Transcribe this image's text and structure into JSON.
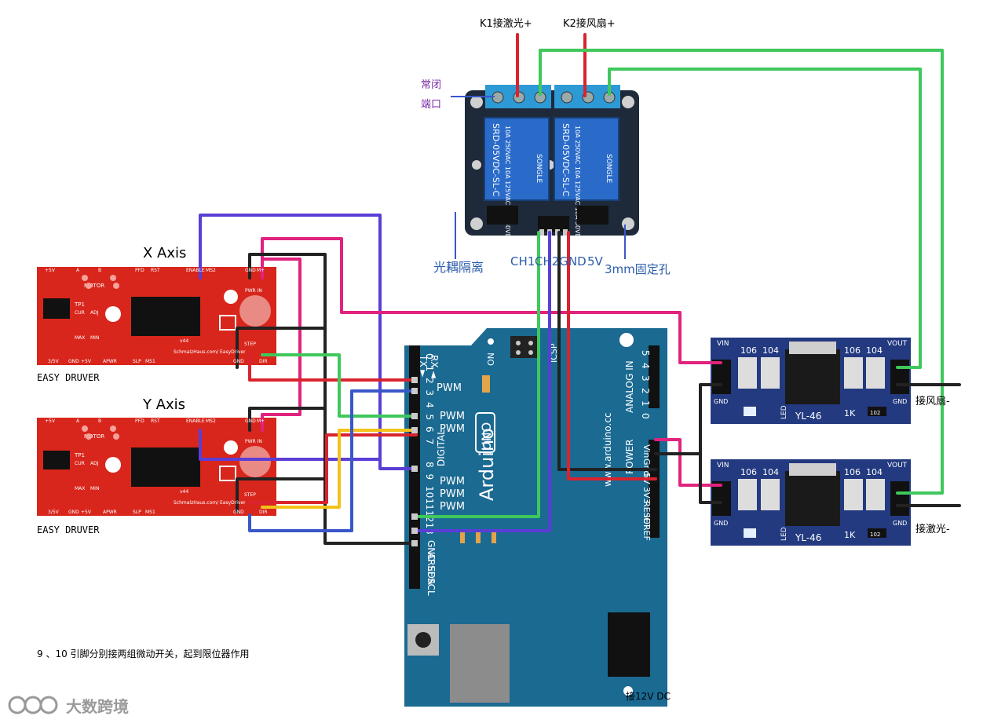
{
  "labels": {
    "k1": "K1接激光+",
    "k2": "K2接风扇+",
    "nc_line1": "常闭",
    "nc_line2": "端口",
    "optocoupler": "光耦隔离",
    "ch1": "CH1",
    "ch2gnd": "CH2GND",
    "v5": "5V",
    "hole": "3mm固定孔",
    "x_axis": "X Axis",
    "y_axis": "Y Axis",
    "driver1": "EASY DRUVER",
    "driver2": "EASY DRUVER",
    "fan_neg": "接风扇-",
    "laser_neg": "接激光-",
    "note": "9 、10 引脚分别接两组微动开关，起到限位器作用",
    "dc": "接12V DC",
    "brand": "大数跨境"
  },
  "relay": {
    "model": "SRD-05VDC-SL-C",
    "brand": "SONGLE",
    "rating": "10A 250VAC 10A 125VAC 10A 30VDC 10A 28VDC"
  },
  "arduino": {
    "name_a": "Arduino",
    "name_b": "UNO",
    "site": "www.arduino.cc",
    "on": "ON",
    "digital": "DIGITAL",
    "analog": "ANALOG IN",
    "power": "POWER",
    "icsp": "ICSP",
    "rx": "RX ◄",
    "tx": "TX ►",
    "pwm": "PWM",
    "digital_pins": [
      "0",
      "1",
      "2",
      "3",
      "4",
      "5",
      "6",
      "7",
      "8",
      "9",
      "10",
      "11",
      "12",
      "13"
    ],
    "left_lower": [
      "GND",
      "AREF",
      "SDA",
      "SCL"
    ],
    "power_pins": [
      "Vin",
      "Gnd",
      "5V",
      "3V3",
      "RESET",
      "IOREF"
    ],
    "analog_pins": [
      "0",
      "1",
      "2",
      "3",
      "4",
      "5"
    ]
  },
  "driver": {
    "silk_top": [
      "+5V",
      "A",
      "B",
      "PFD",
      "RST",
      "ENABLE",
      "MS2",
      "GND",
      "M+",
      "PWR IN"
    ],
    "motor": "MOTOR",
    "tp1": "TP1",
    "cur": "CUR",
    "adj": "ADJ",
    "max": "MAX",
    "min": "MIN",
    "bottom": [
      "3/5V",
      "GND",
      "+5V",
      "APWR",
      "SLP",
      "MS1",
      "GND",
      "DIR"
    ],
    "url": "SchmalzHaus.com/ EasyDriver",
    "step": "STEP",
    "ver": "v44"
  },
  "regulator": {
    "vin": "VIN",
    "vout": "VOUT",
    "gnd": "GND",
    "caps": [
      "106",
      "104",
      "106",
      "104"
    ],
    "led": "LED",
    "model": "YL-46",
    "r": "1K",
    "smd": "102"
  },
  "colors": {
    "red": "#d9232e",
    "green": "#3fc85c",
    "blue": "#3a57c8",
    "purple": "#5a3ed6",
    "magenta": "#e0237e",
    "black": "#222222",
    "yellow": "#f2c21a",
    "board_blue": "#1b6a92",
    "pcb_red": "#d8261c",
    "reg_blue": "#233a80"
  }
}
